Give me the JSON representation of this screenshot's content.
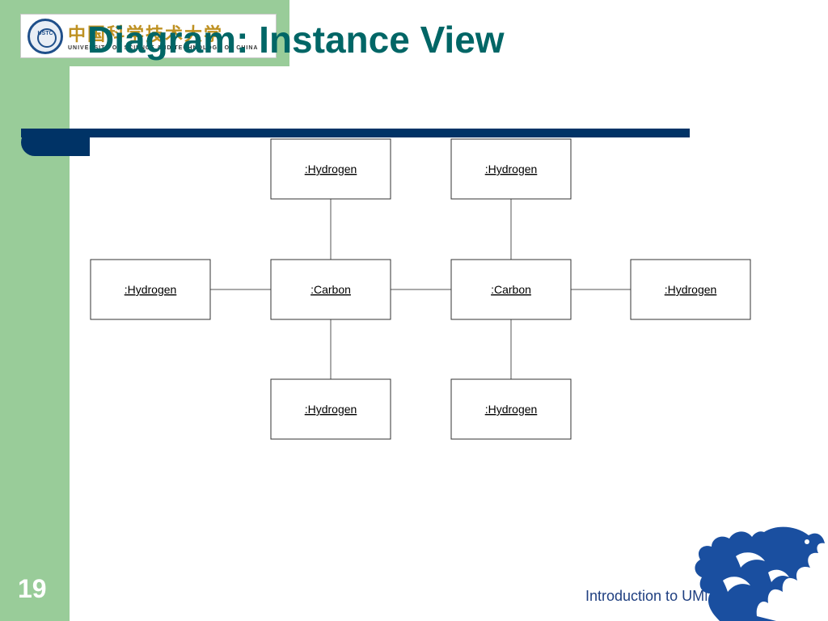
{
  "slide": {
    "title": "Diagram: Instance View",
    "page_number": "19",
    "footer_text": "Introduction to UML"
  },
  "logo": {
    "seal_text": "USTC",
    "chinese_name": "中国科学技术大学",
    "english_name": "UNIVERSITY OF SCIENCE AND TECHNOLOGY OF CHINA"
  },
  "diagram": {
    "nodes": [
      {
        "id": "h-top-left",
        "label": ":Hydrogen"
      },
      {
        "id": "h-top-right",
        "label": ":Hydrogen"
      },
      {
        "id": "h-left",
        "label": ":Hydrogen"
      },
      {
        "id": "c-left",
        "label": ":Carbon"
      },
      {
        "id": "c-right",
        "label": ":Carbon"
      },
      {
        "id": "h-right",
        "label": ":Hydrogen"
      },
      {
        "id": "h-bottom-left",
        "label": ":Hydrogen"
      },
      {
        "id": "h-bottom-right",
        "label": ":Hydrogen"
      }
    ],
    "links": [
      [
        "h-top-left",
        "c-left"
      ],
      [
        "h-top-right",
        "c-right"
      ],
      [
        "h-left",
        "c-left"
      ],
      [
        "c-left",
        "c-right"
      ],
      [
        "c-right",
        "h-right"
      ],
      [
        "c-left",
        "h-bottom-left"
      ],
      [
        "c-right",
        "h-bottom-right"
      ]
    ]
  },
  "colors": {
    "frame_green": "#99cc99",
    "title_teal": "#006666",
    "bar_navy": "#003366",
    "footer_blue": "#1f3f80",
    "dragon_blue": "#1a4fa0"
  }
}
